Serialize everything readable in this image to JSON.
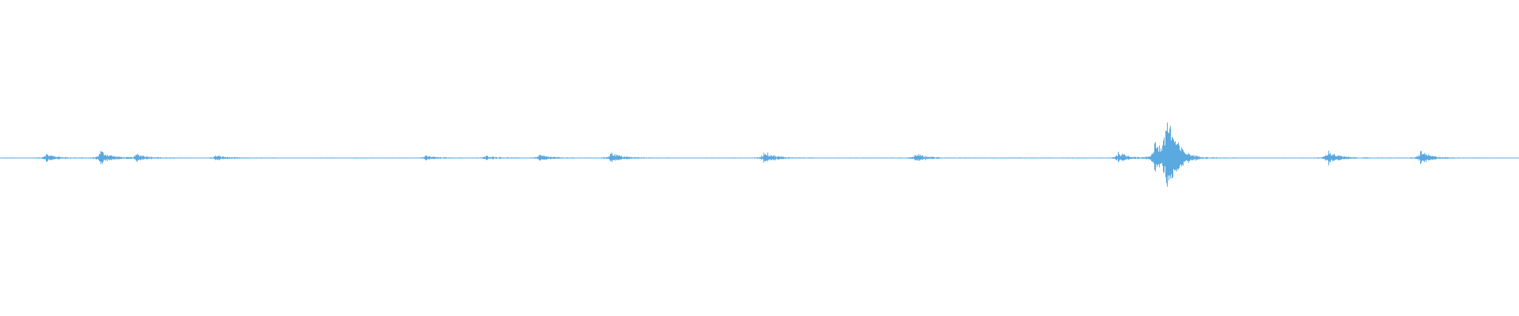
{
  "waveform": {
    "color": "#5aa9e0",
    "baseline_amplitude": 0.006,
    "peaks": [
      {
        "t": 0.03,
        "a": 0.05
      },
      {
        "t": 0.066,
        "a": 0.09
      },
      {
        "t": 0.09,
        "a": 0.05
      },
      {
        "t": 0.142,
        "a": 0.03
      },
      {
        "t": 0.28,
        "a": 0.025
      },
      {
        "t": 0.32,
        "a": 0.025
      },
      {
        "t": 0.355,
        "a": 0.035
      },
      {
        "t": 0.402,
        "a": 0.07
      },
      {
        "t": 0.503,
        "a": 0.08
      },
      {
        "t": 0.603,
        "a": 0.05
      },
      {
        "t": 0.736,
        "a": 0.07
      },
      {
        "t": 0.76,
        "a": 0.22
      },
      {
        "t": 0.768,
        "a": 0.55
      },
      {
        "t": 0.874,
        "a": 0.09
      },
      {
        "t": 0.935,
        "a": 0.08
      }
    ]
  }
}
